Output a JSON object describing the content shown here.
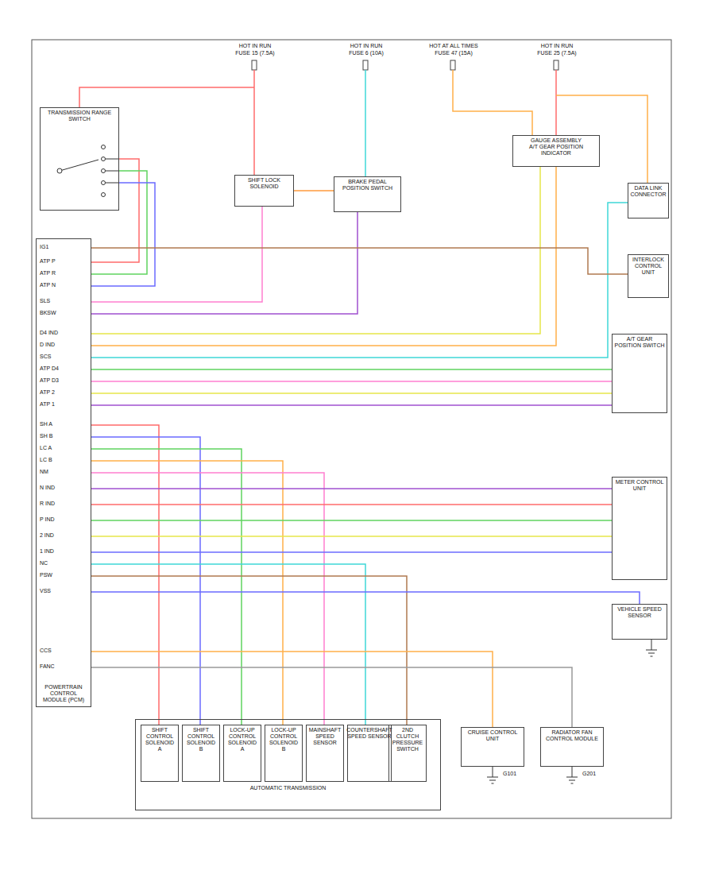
{
  "diagram": {
    "nodes": [
      {
        "text": [
          "TRANSMISSION RANGE SWITCH"
        ]
      },
      {
        "text": [
          "SHIFT LOCK SOLENOID"
        ]
      },
      {
        "text": [
          "BRAKE PEDAL POSITION SWITCH"
        ]
      },
      {
        "text": [
          "GAUGE ASSEMBLY",
          "A/T GEAR POSITION INDICATOR"
        ]
      },
      {
        "text": [
          "DATA LINK CONNECTOR"
        ]
      },
      {
        "text": [
          "INTERLOCK CONTROL UNIT"
        ]
      },
      {
        "text": [
          "POWERTRAIN CONTROL MODULE (PCM)"
        ]
      },
      {
        "text": [
          "A/T GEAR POSITION SWITCH"
        ]
      },
      {
        "text": [
          "METER CONTROL UNIT"
        ]
      },
      {
        "text": [
          "VEHICLE SPEED SENSOR"
        ]
      },
      {
        "text": [
          "AUTOMATIC TRANSMISSION"
        ]
      },
      {
        "text": [
          "SHIFT CONTROL SOLENOID A"
        ],
        "in": 10
      },
      {
        "text": [
          "SHIFT CONTROL SOLENOID B"
        ],
        "in": 10
      },
      {
        "text": [
          "LOCK-UP CONTROL SOLENOID A"
        ],
        "in": 10
      },
      {
        "text": [
          "LOCK-UP CONTROL SOLENOID B"
        ],
        "in": 10
      },
      {
        "text": [
          "MAINSHAFT SPEED SENSOR"
        ],
        "in": 10
      },
      {
        "text": [
          "COUNTERSHAFT SPEED SENSOR"
        ],
        "in": 10
      },
      {
        "text": [
          "2ND CLUTCH PRESSURE SWITCH"
        ],
        "in": 10
      },
      {
        "text": [
          "CRUISE CONTROL UNIT"
        ]
      },
      {
        "text": [
          "RADIATOR FAN CONTROL MODULE"
        ]
      }
    ],
    "edges": [
      {
        "from": 6,
        "to": 0,
        "arrow": "none"
      },
      {
        "from": 6,
        "to": 0,
        "arrow": "none"
      },
      {
        "from": 6,
        "to": 0,
        "arrow": "none"
      },
      {
        "from": 6,
        "to": 1,
        "arrow": "none"
      },
      {
        "from": 1,
        "to": 2,
        "arrow": "none"
      },
      {
        "from": 6,
        "to": 2,
        "arrow": "none"
      },
      {
        "from": 6,
        "to": 3,
        "arrow": "none"
      },
      {
        "from": 6,
        "to": 3,
        "arrow": "none"
      },
      {
        "from": 6,
        "to": 4,
        "arrow": "none"
      },
      {
        "from": 6,
        "to": 5,
        "arrow": "none"
      },
      {
        "from": 6,
        "to": 7,
        "arrow": "none"
      },
      {
        "from": 6,
        "to": 7,
        "arrow": "none"
      },
      {
        "from": 6,
        "to": 7,
        "arrow": "none"
      },
      {
        "from": 6,
        "to": 7,
        "arrow": "none"
      },
      {
        "from": 6,
        "to": 11,
        "arrow": "none"
      },
      {
        "from": 6,
        "to": 12,
        "arrow": "none"
      },
      {
        "from": 6,
        "to": 13,
        "arrow": "none"
      },
      {
        "from": 6,
        "to": 14,
        "arrow": "none"
      },
      {
        "from": 6,
        "to": 15,
        "arrow": "none"
      },
      {
        "from": 6,
        "to": 16,
        "arrow": "none"
      },
      {
        "from": 6,
        "to": 17,
        "arrow": "none"
      },
      {
        "from": 6,
        "to": 8,
        "arrow": "none"
      },
      {
        "from": 6,
        "to": 8,
        "arrow": "none"
      },
      {
        "from": 6,
        "to": 8,
        "arrow": "none"
      },
      {
        "from": 6,
        "to": 8,
        "arrow": "none"
      },
      {
        "from": 6,
        "to": 8,
        "arrow": "none"
      },
      {
        "from": 6,
        "to": 9,
        "arrow": "none"
      },
      {
        "from": 6,
        "to": 18,
        "arrow": "none"
      },
      {
        "from": 6,
        "to": 19,
        "arrow": "none"
      }
    ],
    "labels": [
      "HOT IN RUN",
      "FUSE 15 (7.5A)",
      "HOT IN RUN",
      "FUSE 6 (10A)",
      "HOT AT ALL TIMES",
      "FUSE 47 (15A)",
      "HOT IN RUN",
      "FUSE 25 (7.5A)",
      "IG1",
      "ATP P",
      "ATP R",
      "ATP N",
      "SLS",
      "BKSW",
      "D4 IND",
      "D IND",
      "SCS",
      "ATP D4",
      "ATP D3",
      "ATP 2",
      "ATP 1",
      "SH A",
      "SH B",
      "LC A",
      "LC B",
      "NM",
      "NC",
      "PSW",
      "N IND",
      "R IND",
      "P IND",
      "2 IND",
      "1 IND",
      "VSS",
      "CCS",
      "FANC",
      "G101",
      "G201"
    ]
  }
}
